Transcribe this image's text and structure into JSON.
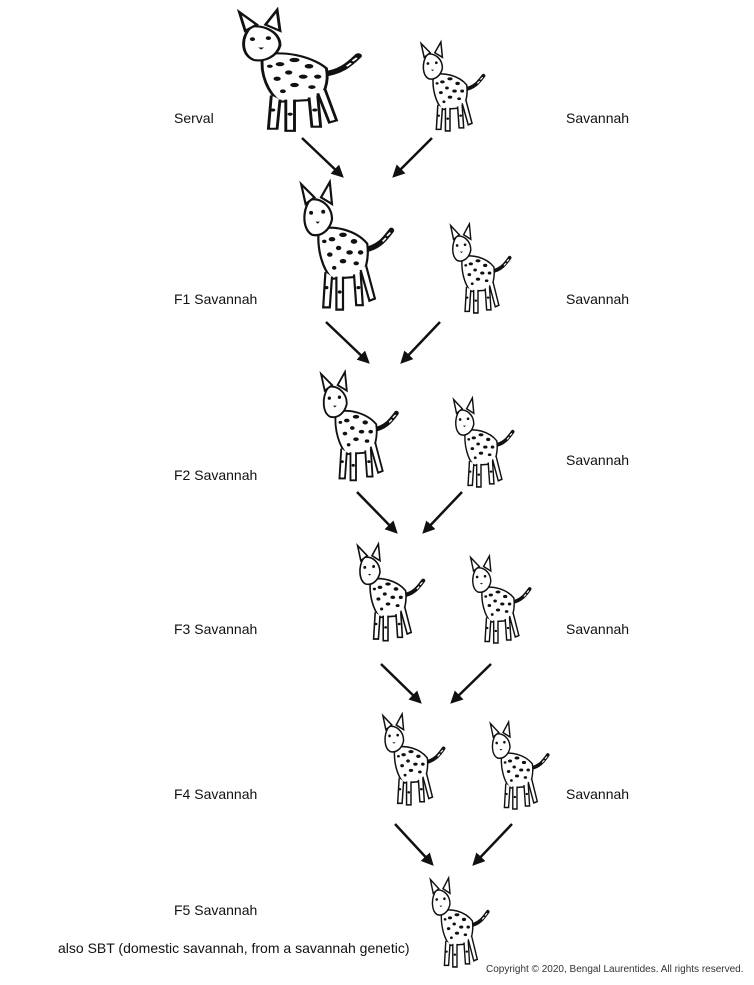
{
  "generations": [
    {
      "left": "Serval",
      "right": "Savannah"
    },
    {
      "left": "F1 Savannah",
      "right": "Savannah"
    },
    {
      "left": "F2 Savannah",
      "right": "Savannah"
    },
    {
      "left": "F3 Savannah",
      "right": "Savannah"
    },
    {
      "left": "F4 Savannah",
      "right": "Savannah"
    },
    {
      "left": "F5 Savannah"
    }
  ],
  "note": "also SBT (domestic savannah, from a savannah genetic)",
  "copyright": "Copyright © 2020, Bengal Laurentides. All rights reserved.",
  "icons": {
    "cat": "spotted-cat-icon",
    "arrow": "arrow-icon"
  },
  "colors": {
    "ink": "#111111",
    "background": "#ffffff"
  }
}
